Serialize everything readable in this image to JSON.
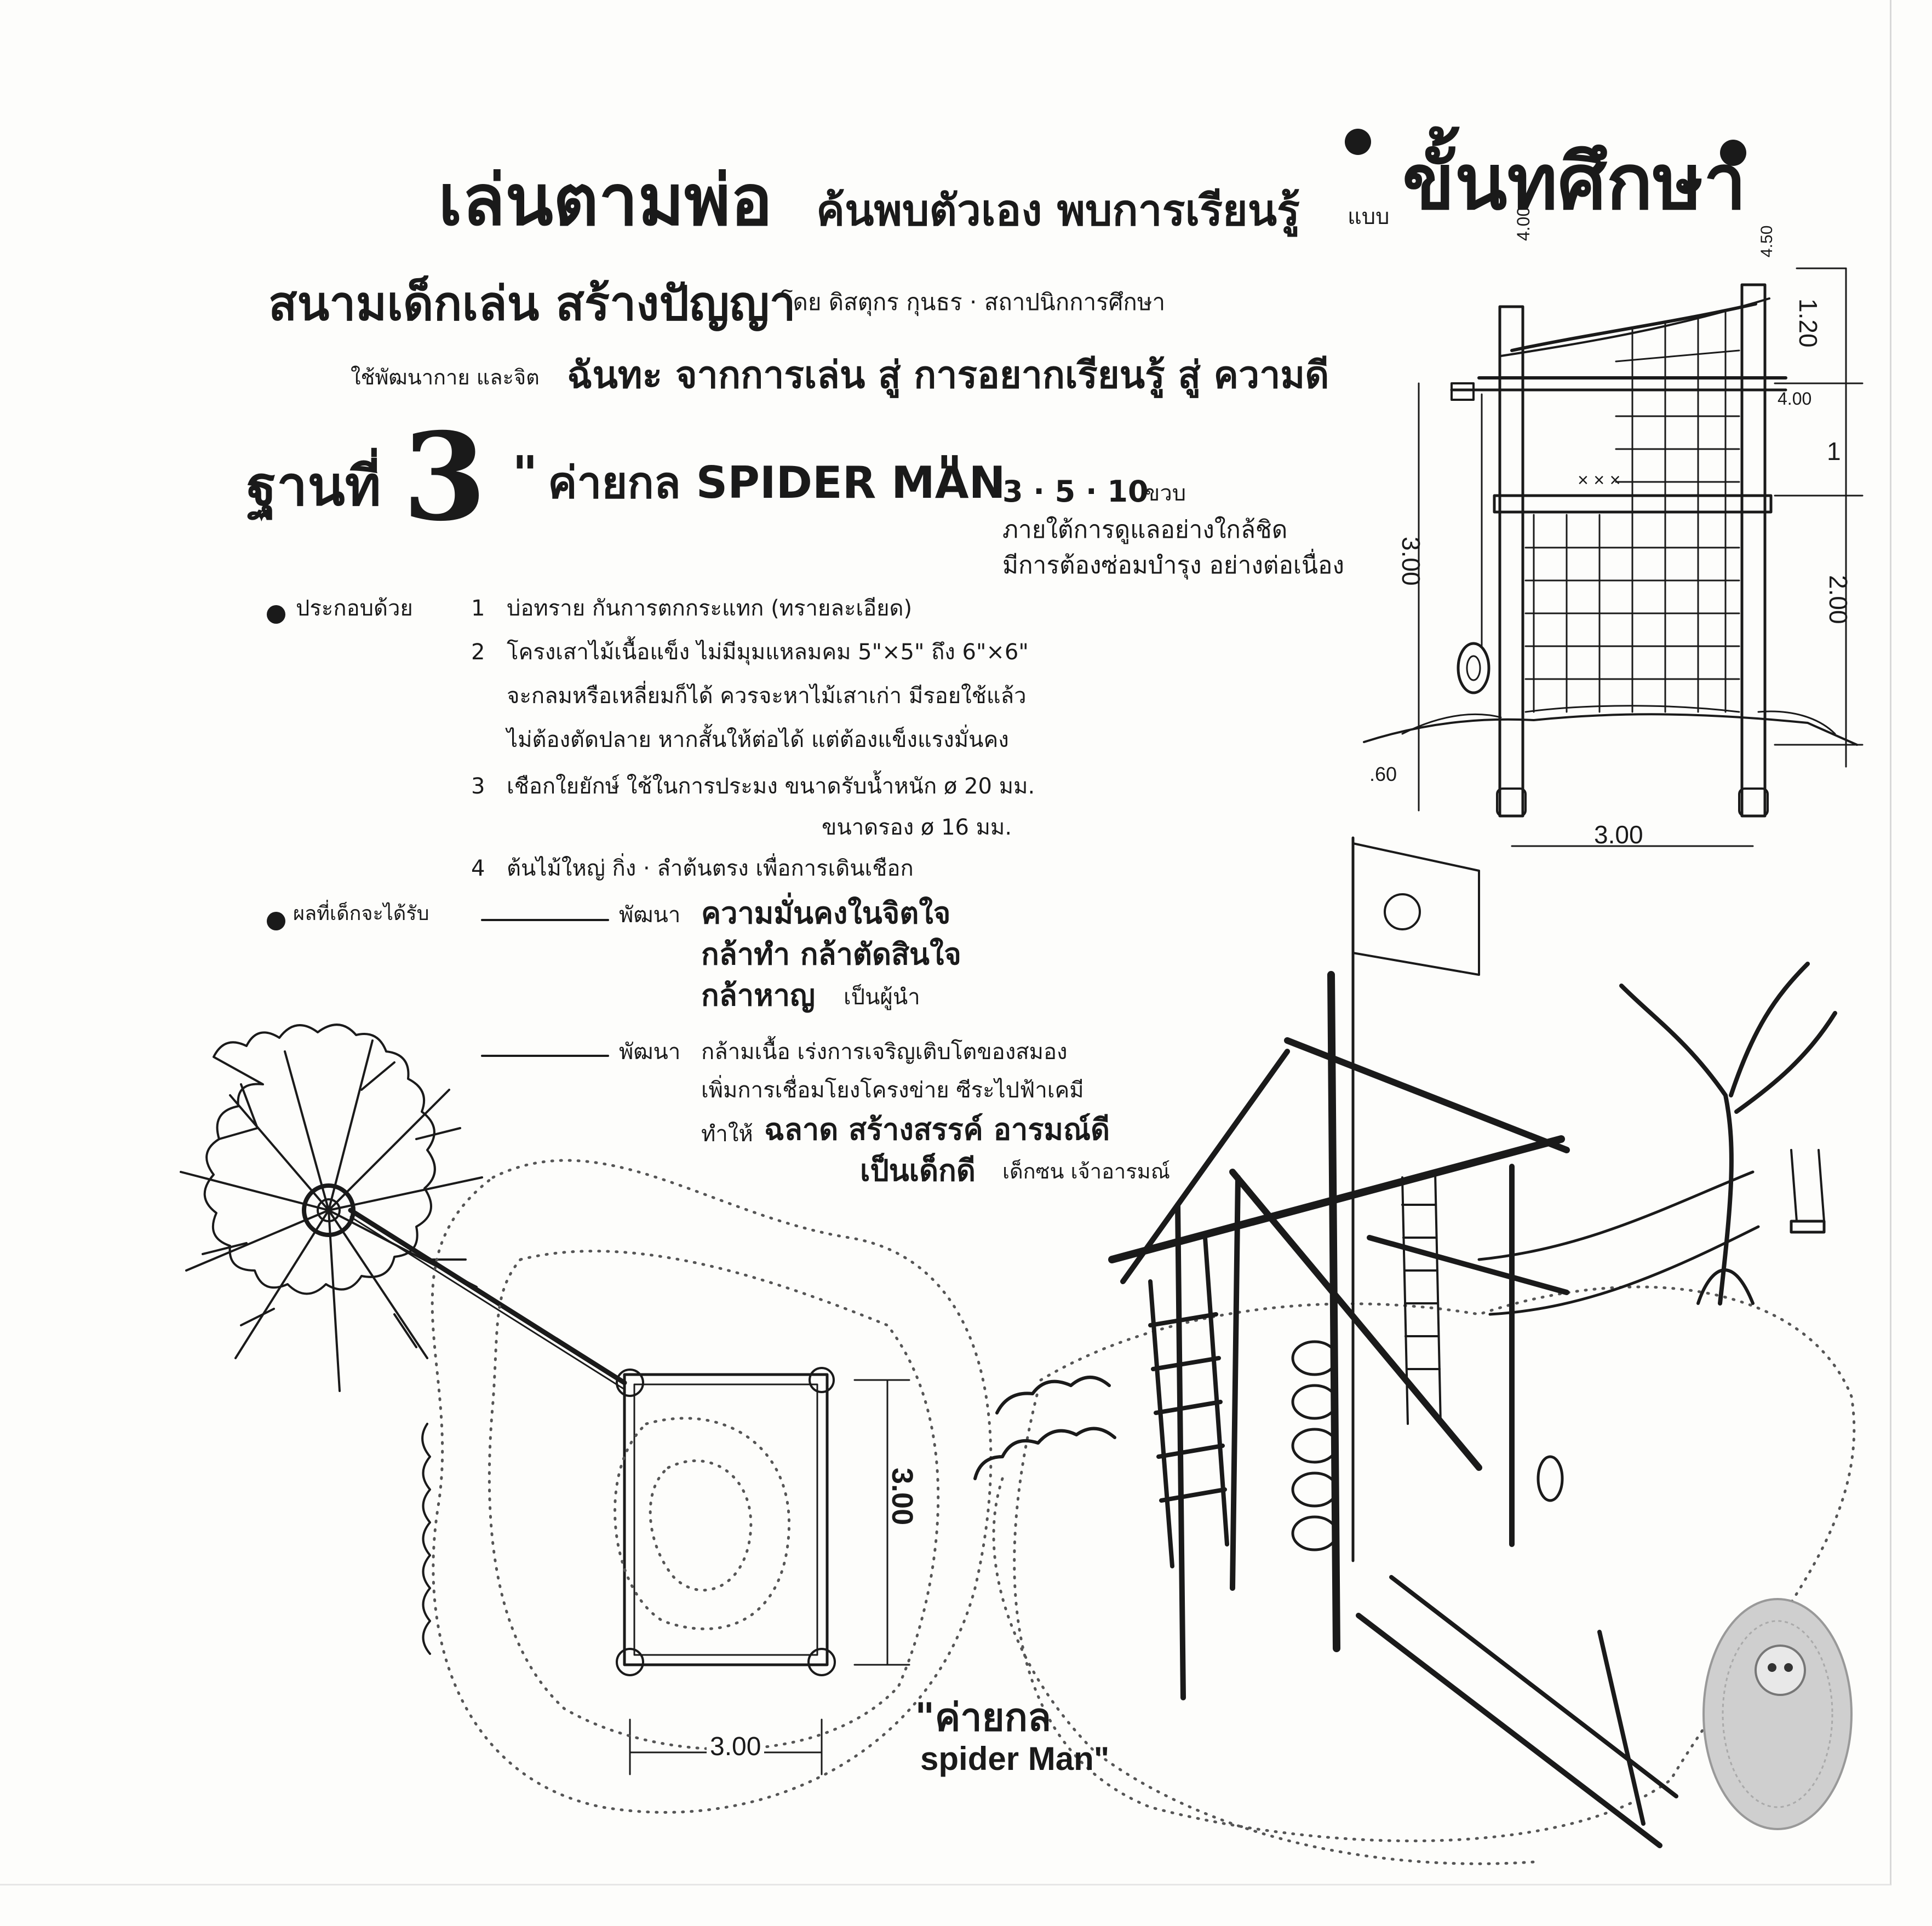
{
  "header": {
    "title_part1": "เล่นตามพ่อ",
    "title_part2": "ค้นพบตัวเอง พบการเรียนรู้",
    "title_small": "แบบ",
    "title_part3": "ขั้นทศึกษา",
    "subtitle_big": "สนามเด็กเล่น สร้างปัญญา",
    "subtitle_small": "โดย ดิสตุกร กุนธร · สถาปนิกการศึกษา",
    "line3_small": "ใช้พัฒนากาย และจิต",
    "line3_big": "ฉันทะ จากการเล่น สู่ การอยากเรียนรู้ สู่ ความดี"
  },
  "station": {
    "label": "ฐานที่",
    "number": "3",
    "name_open": "\"",
    "name": "ค่ายกล SPIDER MAN",
    "name_close": "\"",
    "ages": "3 · 5 · 10",
    "ages_unit": "ขวบ",
    "note1": "ภายใต้การดูแลอย่างใกล้ชิด",
    "note2": "มีการต้องซ่อมบำรุง อย่างต่อเนื่อง"
  },
  "components": {
    "heading": "ประกอบด้วย",
    "items": [
      {
        "num": "1",
        "lines": [
          "บ่อทราย กันการตกกระแทก (ทรายละเอียด)"
        ]
      },
      {
        "num": "2",
        "lines": [
          "โครงเสาไม้เนื้อแข็ง ไม่มีมุมแหลมคม  5\"×5\" ถึง 6\"×6\"",
          "จะกลมหรือเหลี่ยมก็ได้  ควรจะหาไม้เสาเก่า มีรอยใช้แล้ว",
          "ไม่ต้องตัดปลาย หากสั้นให้ต่อได้ แต่ต้องแข็งแรงมั่นคง"
        ]
      },
      {
        "num": "3",
        "lines": [
          "เชือกใยยักษ์ ใช้ในการประมง ขนาดรับน้ำหนัก ø 20 มม."
        ],
        "sub": "ขนาดรอง        ø 16 มม."
      },
      {
        "num": "4",
        "lines": [
          "ต้นไม้ใหญ่ กิ่ง · ลำต้นตรง    เพื่อการเดินเชือก"
        ]
      }
    ]
  },
  "benefits": {
    "heading": "ผลที่เด็กจะได้รับ",
    "row1_label": "พัฒนา",
    "row1_big1": "ความมั่นคงในจิตใจ",
    "row1_big2": "กล้าทำ  กล้าตัดสินใจ",
    "row1_big3": "กล้าหาญ",
    "row1_small3": "เป็นผู้นำ",
    "row2_label": "พัฒนา",
    "row2_line1": "กล้ามเนื้อ  เร่งการเจริญเติบโตของสมอง",
    "row2_line2": "เพิ่มการเชื่อมโยงโครงข่าย ซีระไปฟ้าเคมี",
    "row2_prefix": "ทำให้",
    "row2_big1": "ฉลาด  สร้างสรรค์  อารมณ์ดี",
    "row2_big2": "เป็นเด็กดี",
    "row2_small2": "เด็กซน เจ้าอารมณ์"
  },
  "elevation": {
    "dim_top": "1.20",
    "dim_mid": "1",
    "dim_lower": "2.00",
    "dim_total": "3.00",
    "dim_depth": ".60",
    "dim_width": "3.00",
    "dim_rail": "4.00",
    "dim_post_a": "4.00",
    "dim_post_b": "4.50",
    "net_marks": "× × ×"
  },
  "plan": {
    "dim_side": "3.00",
    "dim_bottom": "3.00"
  },
  "perspective_label": {
    "line1": "\"ค่ายกล",
    "line2": "spider Man\""
  }
}
